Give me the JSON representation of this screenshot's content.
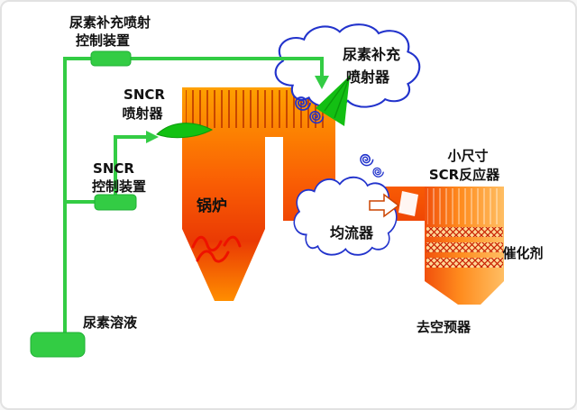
{
  "diagram": {
    "type": "process-schematic",
    "subject": "SNCR/SCR boiler denitrification system",
    "colors": {
      "pipe_green": "#33cc44",
      "cloud_blue": "#2233cc",
      "furnace_orange": "#ff9a00",
      "furnace_red": "#ea3a04",
      "flame_red": "#ee1200",
      "catalyst_hatch": "#c81f00",
      "label_black": "#111111",
      "background": "#ffffff"
    },
    "icons": {
      "down_arrow": "green-arrow-down-icon",
      "right_arrow": "green-arrow-right-icon",
      "flow_arrow": "white-flow-arrow-icon",
      "swirl": "blue-swirl-icon"
    },
    "labels": {
      "urea_supplement_control": {
        "line1": "尿素补充喷射",
        "line2": "控制装置"
      },
      "sncr_injector": {
        "line1": "SNCR",
        "line2": "喷射器"
      },
      "sncr_control": {
        "line1": "SNCR",
        "line2": "控制装置"
      },
      "boiler": "锅炉",
      "urea_supplement_injector": {
        "line1": "尿素补充",
        "line2": "喷射器"
      },
      "scr_reactor": {
        "line1": "小尺寸",
        "line2": "SCR反应器"
      },
      "flow_equalizer": "均流器",
      "catalyst": "催化剂",
      "to_air_preheater": "去空预器",
      "urea_solution": "尿素溶液"
    }
  }
}
